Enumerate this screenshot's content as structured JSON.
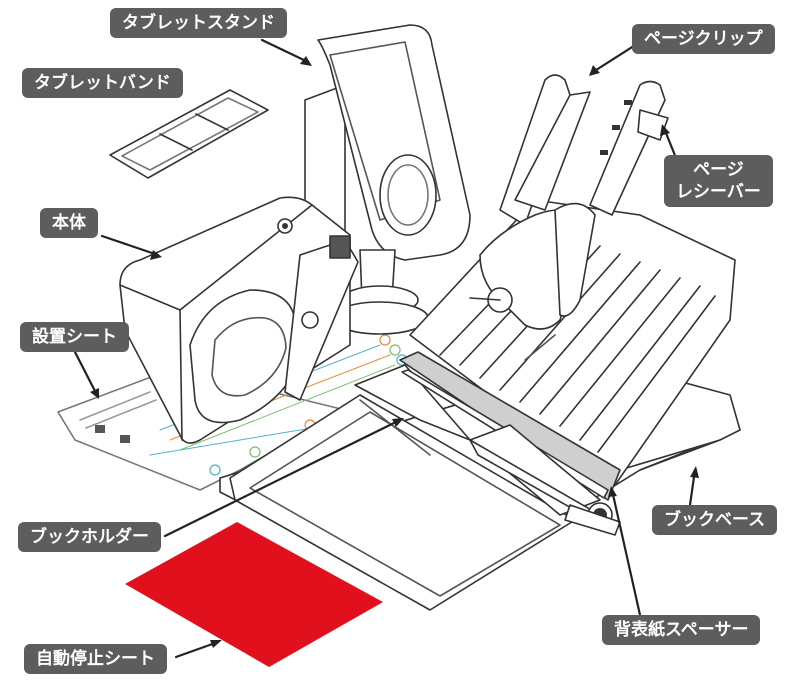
{
  "labels": {
    "tablet_stand": "タブレットスタンド",
    "tablet_band": "タブレットバンド",
    "page_clip": "ページクリップ",
    "page_receiver_line1": "ページ",
    "page_receiver_line2": "レシーバー",
    "main_body": "本体",
    "setup_sheet": "設置シート",
    "book_base": "ブックベース",
    "book_holder": "ブックホルダー",
    "spine_spacer": "背表紙スペーサー",
    "auto_stop_sheet": "自動停止シート"
  },
  "colors": {
    "label_bg": "#5d5d5d",
    "label_text": "#ffffff",
    "auto_stop_sheet": "#e0111c",
    "line_art": "#333333"
  }
}
